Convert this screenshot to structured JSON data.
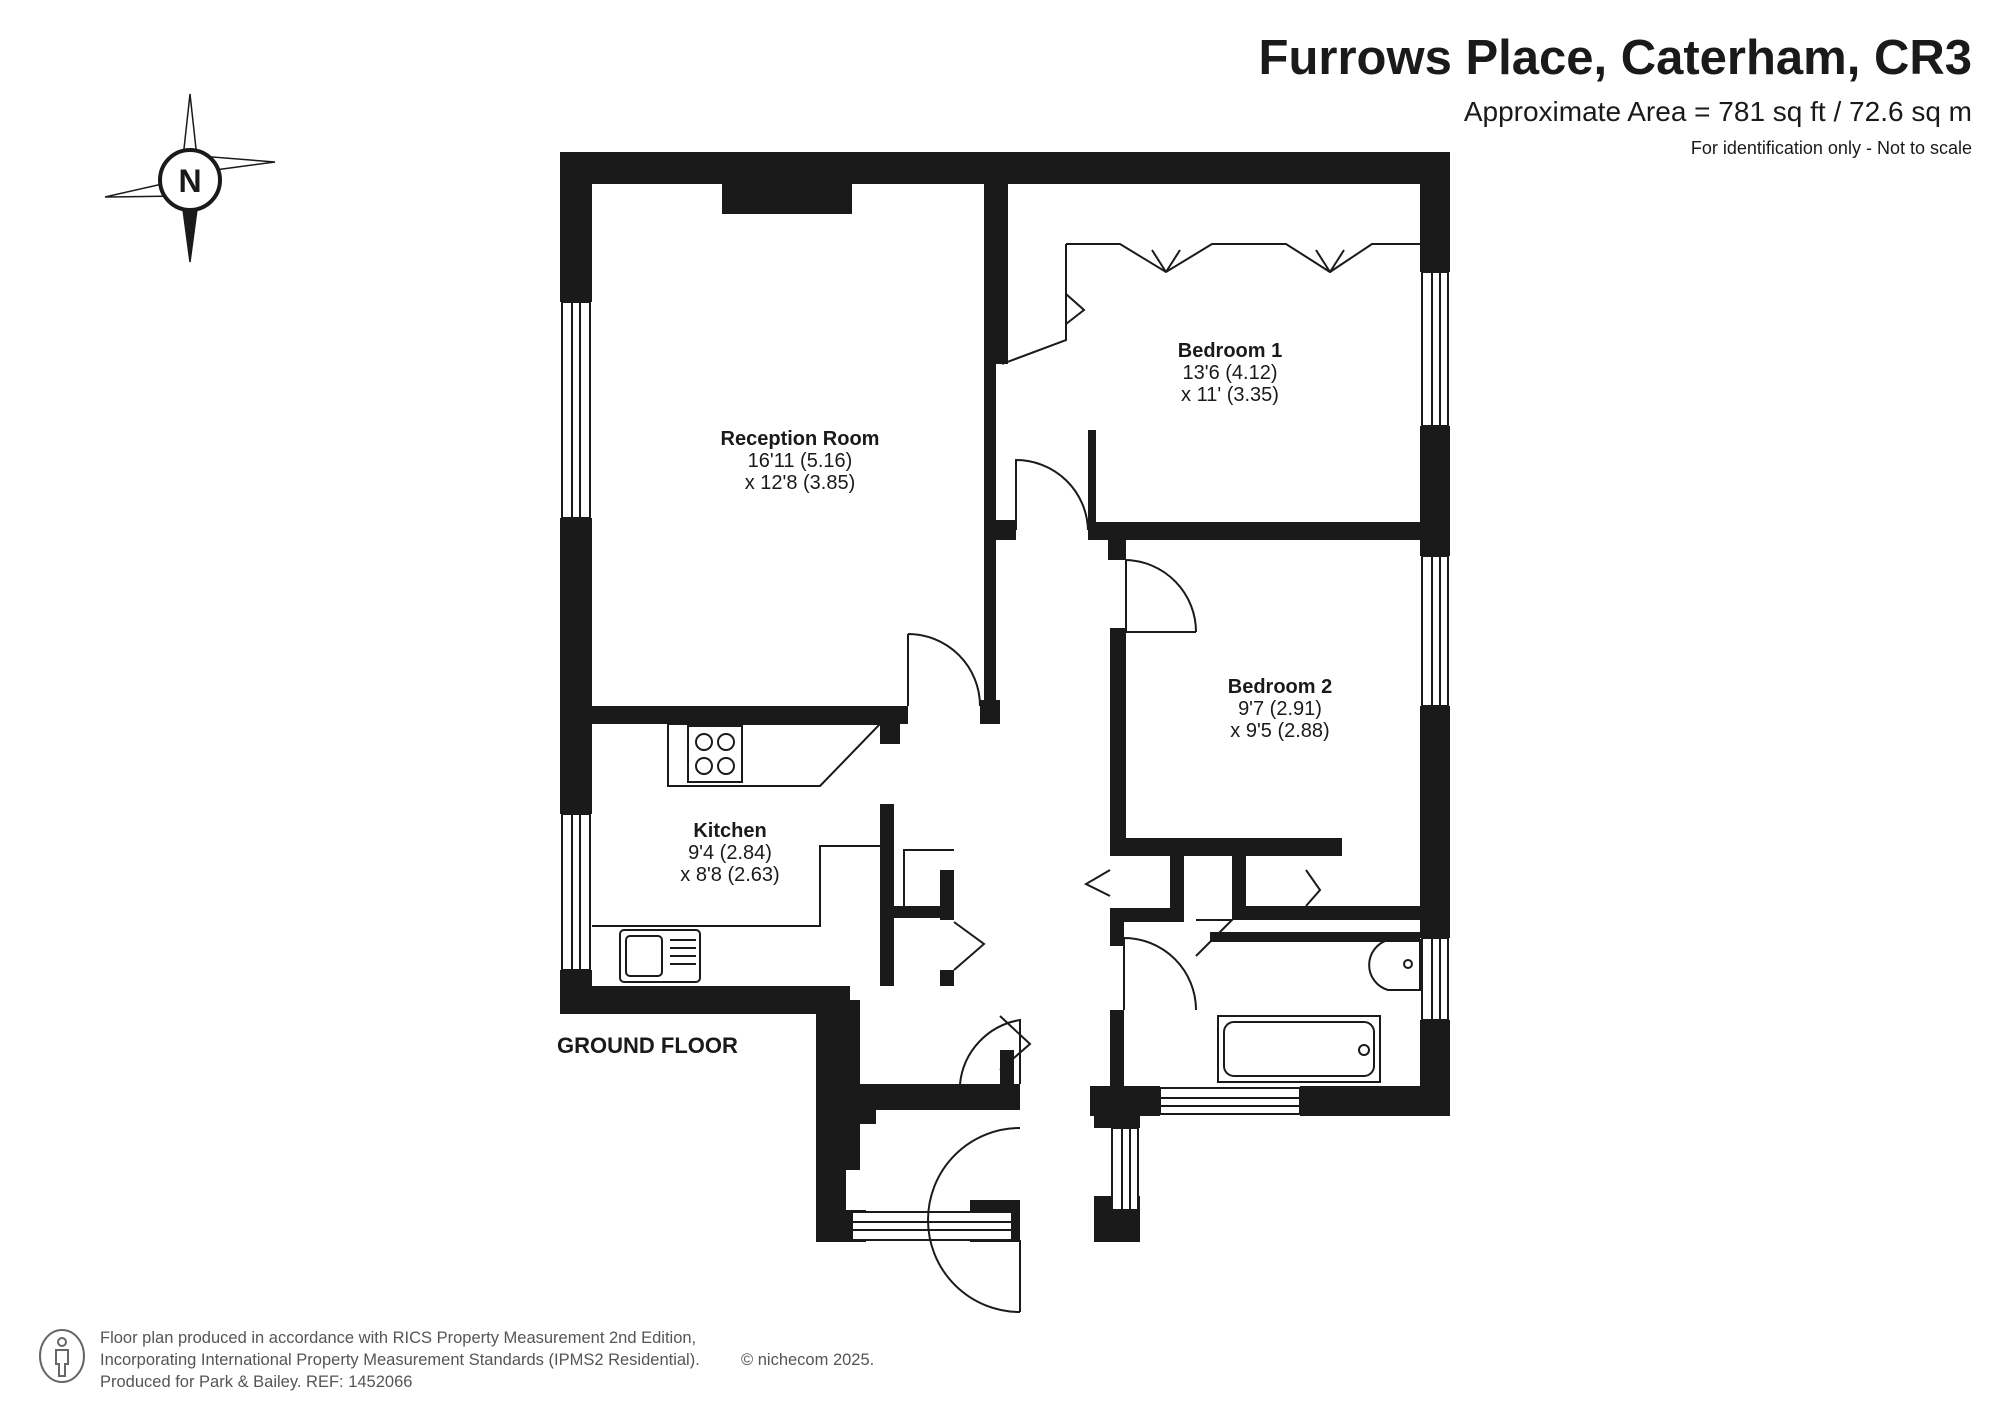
{
  "header": {
    "title": "Furrows Place, Caterham, CR3",
    "area": "Approximate Area = 781 sq ft / 72.6 sq m",
    "note": "For identification only - Not to scale"
  },
  "compass": {
    "letter": "N",
    "icon": "compass-rose-icon"
  },
  "floor_label": "GROUND FLOOR",
  "rooms": [
    {
      "name": "Reception Room",
      "dim1": "16'11 (5.16)",
      "dim2": "x 12'8 (3.85)"
    },
    {
      "name": "Bedroom 1",
      "dim1": "13'6 (4.12)",
      "dim2": "x 11' (3.35)"
    },
    {
      "name": "Bedroom 2",
      "dim1": "9'7 (2.91)",
      "dim2": "x 9'5 (2.88)"
    },
    {
      "name": "Kitchen",
      "dim1": "9'4 (2.84)",
      "dim2": "x 8'8 (2.63)"
    }
  ],
  "footer": {
    "line1": "Floor plan produced in accordance with RICS Property Measurement 2nd Edition,",
    "line2": "Incorporating International Property Measurement Standards (IPMS2 Residential).",
    "line3": "Produced for Park & Bailey.   REF:  1452066",
    "copyright": "© nichecom 2025."
  },
  "colors": {
    "wall": "#1a1a1a",
    "line": "#1a1a1a",
    "background": "#ffffff"
  }
}
